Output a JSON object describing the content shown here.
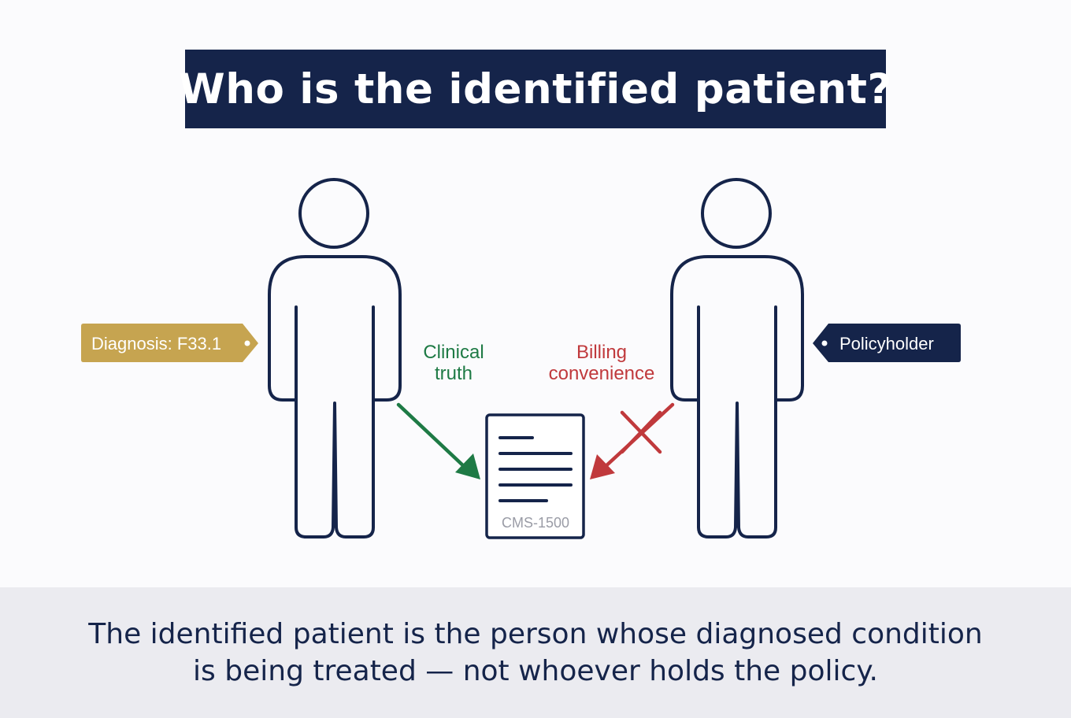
{
  "title": "Who is the identified patient?",
  "labels": {
    "diagnosis_tag": "Diagnosis: F33.1",
    "policyholder_tag": "Policyholder",
    "clinical_line1": "Clinical",
    "clinical_line2": "truth",
    "billing_line1": "Billing",
    "billing_line2": "convenience",
    "form_label": "CMS-1500"
  },
  "footer": {
    "line1": "The identified patient is the person whose diagnosed condition",
    "line2": "is being treated — not whoever holds the policy."
  },
  "colors": {
    "navy": "#15244a",
    "gold": "#c6a450",
    "green": "#1e7a45",
    "red": "#c0393c",
    "form_label_gray": "#9a9ca6",
    "footer_background": "#ebebf0"
  },
  "icons": {
    "patient_figure": "person-outline-icon",
    "policyholder_figure": "person-outline-icon",
    "claim_form": "document-icon",
    "rejected_mark": "x-cross-icon"
  }
}
